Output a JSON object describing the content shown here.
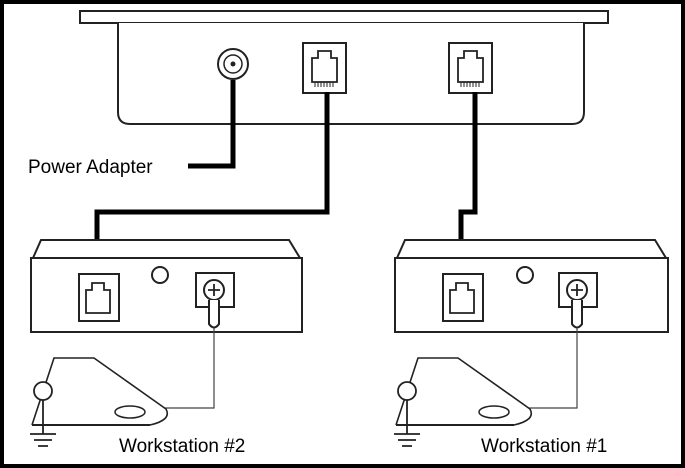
{
  "labels": {
    "power_adapter": "Power Adapter",
    "workstation_2": "Workstation #2",
    "workstation_1": "Workstation #1"
  }
}
